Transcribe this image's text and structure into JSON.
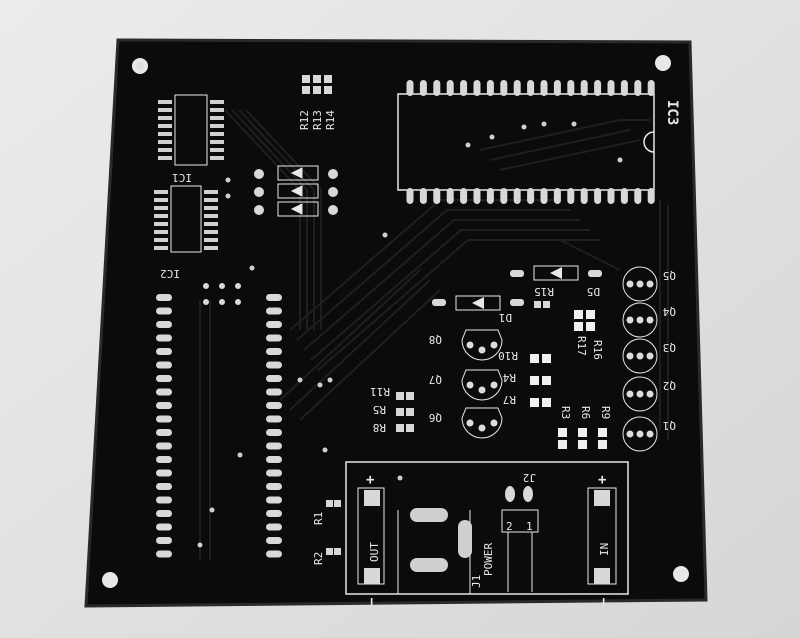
{
  "photo": {
    "subject": "Bare black printed circuit board",
    "colors": {
      "background": "#e4e4e2",
      "board": "#0b0b0c",
      "board_edge": "#222224",
      "silkscreen": "#e8e8e8",
      "pad": "#d8d8d8",
      "trace": "#1e1e20"
    }
  },
  "labels": {
    "ic1": "IC1",
    "ic2": "IC2",
    "ic3": "IC3",
    "r1": "R1",
    "r2": "R2",
    "r3": "R3",
    "r4": "R4",
    "r5": "R5",
    "r6": "R6",
    "r7": "R7",
    "r8": "R8",
    "r9": "R9",
    "r10": "R10",
    "r11": "R11",
    "r12": "R12",
    "r13": "R13",
    "r14": "R14",
    "r15": "R15",
    "r16": "R16",
    "r17": "R17",
    "q1": "Q1",
    "q2": "Q2",
    "q3": "Q3",
    "q4": "Q4",
    "q5": "Q5",
    "q6": "Q6",
    "q7": "Q7",
    "q8": "Q8",
    "d1": "D1",
    "d5": "D5",
    "j1": "J1",
    "j2": "J2",
    "out": "OUT",
    "in": "IN",
    "power": "POWER",
    "plus_left": "+",
    "minus_left": "−",
    "plus_right": "+",
    "minus_right": "−",
    "pin2": "2",
    "pin1": "1"
  }
}
